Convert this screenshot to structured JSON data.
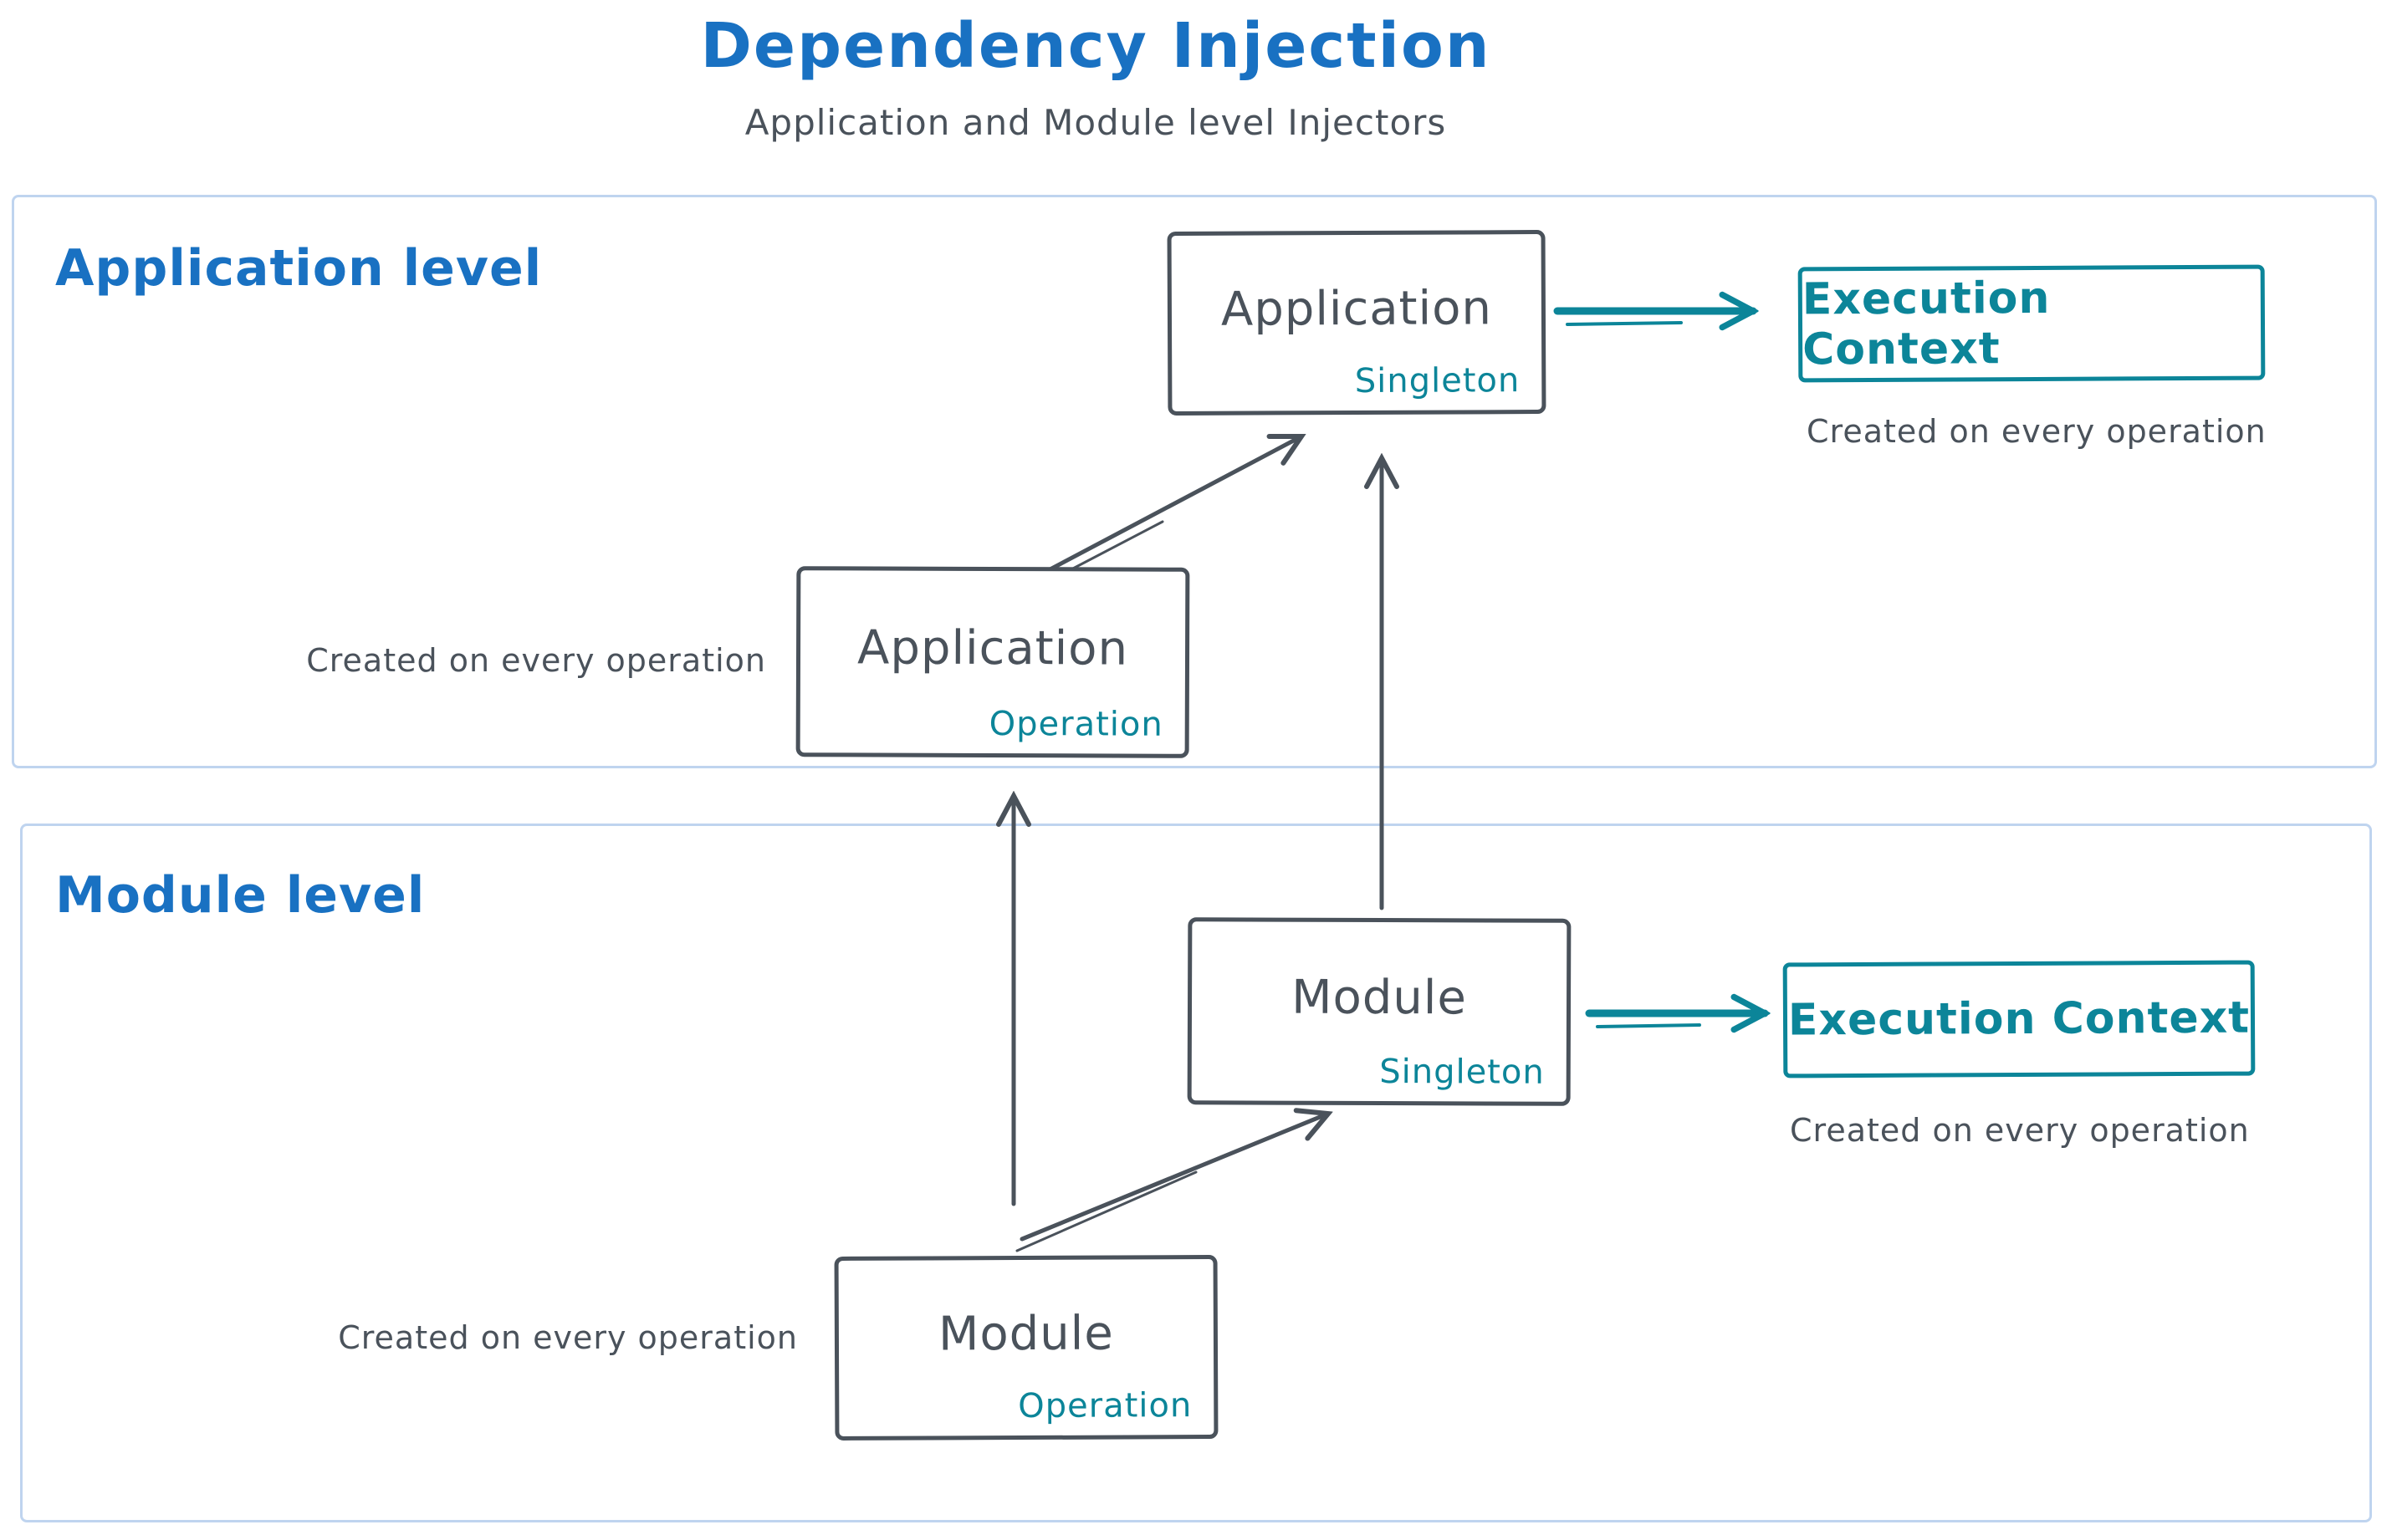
{
  "header": {
    "title": "Dependency Injection",
    "subtitle": "Application and Module level Injectors"
  },
  "colors": {
    "blue": "#1971c2",
    "teal": "#0c8599",
    "dark": "#4a525b",
    "panel-border": "#bfd4ef",
    "background": "#ffffff"
  },
  "sections": {
    "application": {
      "label": "Application level"
    },
    "module": {
      "label": "Module level"
    }
  },
  "nodes": {
    "app_singleton": {
      "title": "Application",
      "badge": "Singleton"
    },
    "app_operation": {
      "title": "Application",
      "badge": "Operation",
      "caption": "Created on every operation"
    },
    "app_execution_context": {
      "title": "Execution Context",
      "caption": "Created on every operation"
    },
    "module_singleton": {
      "title": "Module",
      "badge": "Singleton"
    },
    "module_operation": {
      "title": "Module",
      "badge": "Operation",
      "caption": "Created on every operation"
    },
    "module_execution_context": {
      "title": "Execution Context",
      "caption": "Created on every operation"
    }
  },
  "edges": [
    {
      "from": "app_operation",
      "to": "app_singleton",
      "color": "dark"
    },
    {
      "from": "module_singleton",
      "to": "app_singleton",
      "color": "dark"
    },
    {
      "from": "module_operation",
      "to": "app_operation",
      "color": "dark"
    },
    {
      "from": "module_operation",
      "to": "module_singleton",
      "color": "dark"
    },
    {
      "from": "app_singleton",
      "to": "app_execution_context",
      "color": "teal"
    },
    {
      "from": "module_singleton",
      "to": "module_execution_context",
      "color": "teal"
    }
  ]
}
